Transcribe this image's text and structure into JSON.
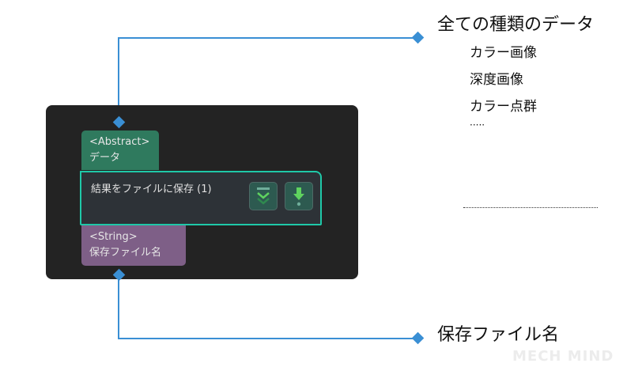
{
  "node": {
    "title": "結果をファイルに保存 (1)",
    "input_port": {
      "type": "<Abstract>",
      "name": "データ"
    },
    "param_port": {
      "type": "<String>",
      "name": "保存ファイル名"
    },
    "buttons": [
      {
        "icon": "collapse-icon"
      },
      {
        "icon": "download-icon"
      }
    ]
  },
  "annotations": {
    "top_label": "全ての種類のデータ",
    "top_items": [
      "カラー画像",
      "深度画像",
      "カラー点群",
      "·····"
    ],
    "bottom_label": "保存ファイル名"
  },
  "watermark": "MECH MIND",
  "colors": {
    "connector": "#3a8fd4",
    "node_border": "#1fc8a8",
    "abstract_port": "#2f7a5e",
    "string_port": "#7e5f87"
  }
}
